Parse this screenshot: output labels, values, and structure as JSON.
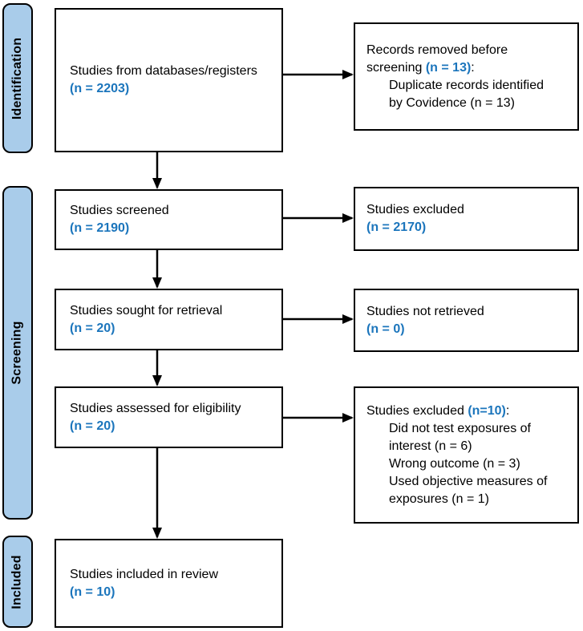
{
  "colors": {
    "accent_blue": "#1B75BC",
    "stage_fill": "#A9CCEA",
    "line": "#000000"
  },
  "sidebar": {
    "stages": [
      {
        "label": "Identification"
      },
      {
        "label": "Screening"
      },
      {
        "label": "Included"
      }
    ]
  },
  "flow": {
    "db_box": {
      "text": "Studies from databases/registers",
      "count": "(n = 2203)"
    },
    "removed_box": {
      "line1": "Records removed before",
      "line2_text": "screening ",
      "count": "(n = 13)",
      "colon": ":",
      "details": [
        "Duplicate records identified",
        "by Covidence (n = 13)"
      ]
    },
    "screened_box": {
      "text": "Studies screened",
      "count": "(n = 2190)"
    },
    "excluded_box": {
      "text": "Studies excluded",
      "count": "(n = 2170)"
    },
    "retrieval_box": {
      "text": "Studies sought for retrieval",
      "count": "(n = 20)"
    },
    "not_retrieved_box": {
      "text": "Studies not retrieved",
      "count": "(n = 0)"
    },
    "eligibility_box": {
      "text": "Studies assessed for eligibility",
      "count": "(n = 20)"
    },
    "excluded2_box": {
      "prefix": "Studies excluded ",
      "count": "(n=10)",
      "colon": ":",
      "details": [
        "Did not test exposures of",
        "interest (n = 6)",
        "Wrong outcome (n = 3)",
        "Used objective measures of",
        "exposures (n = 1)"
      ]
    },
    "included_box": {
      "text": "Studies included in review",
      "count": "(n = 10)"
    }
  }
}
